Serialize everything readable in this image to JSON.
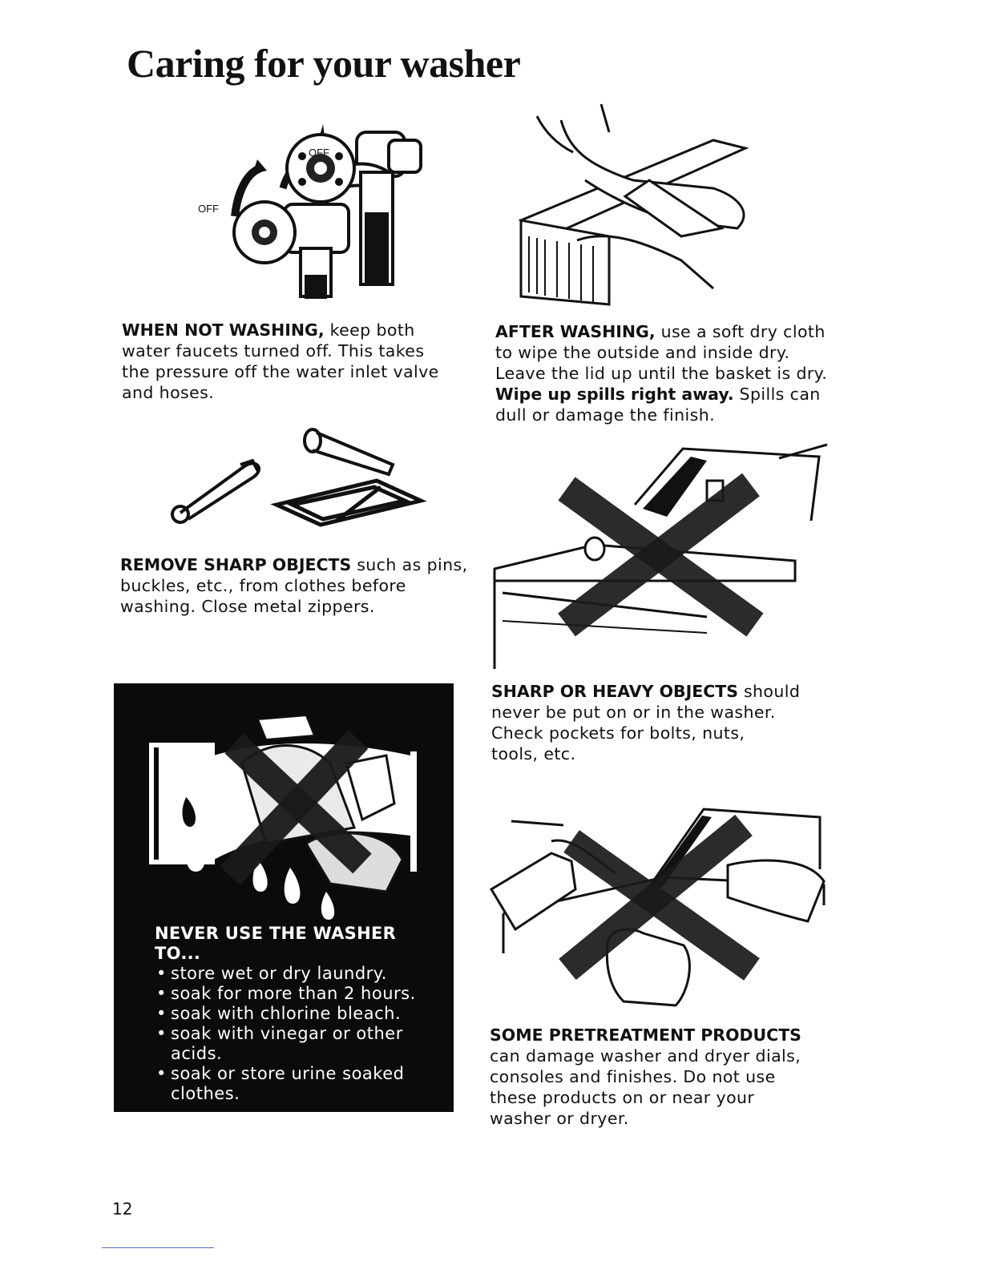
{
  "title": "Caring for your washer",
  "faucet_illustration": {
    "off_label_upper": "OFF",
    "off_label_lower": "OFF"
  },
  "sections": {
    "when_not_washing": {
      "lead": "WHEN NOT WASHING,",
      "lines": [
        " keep both",
        "water faucets turned off. This takes",
        "the pressure off the water inlet valve",
        "and hoses."
      ]
    },
    "after_washing": {
      "lead": "AFTER WASHING,",
      "lines": [
        " use a soft dry cloth",
        "to wipe the outside and inside dry.",
        "Leave the lid up until the basket is dry."
      ],
      "lead2": "Wipe up spills right away.",
      "lines2": [
        " Spills can",
        "dull or damage the finish."
      ]
    },
    "remove_sharp": {
      "lead": "REMOVE SHARP OBJECTS",
      "lines": [
        " such as pins,",
        "buckles, etc., from clothes before",
        "washing. Close metal zippers."
      ]
    },
    "sharp_heavy": {
      "lead": "SHARP OR HEAVY OBJECTS",
      "lines": [
        " should",
        "never be put on or in the washer.",
        "Check pockets for bolts, nuts,",
        "tools, etc."
      ]
    },
    "pretreatment": {
      "lead": "SOME PRETREATMENT PRODUCTS",
      "lines": [
        "can damage washer and dryer dials,",
        "consoles and finishes. Do not use",
        "these products on or near your",
        "washer or dryer."
      ]
    }
  },
  "never_use": {
    "heading": "NEVER USE THE WASHER TO...",
    "items": [
      [
        "store wet or dry laundry."
      ],
      [
        "soak for more than 2 hours."
      ],
      [
        "soak with chlorine bleach."
      ],
      [
        "soak with vinegar or other",
        "acids."
      ],
      [
        "soak or store urine soaked",
        "clothes."
      ]
    ]
  },
  "page_number": "12"
}
